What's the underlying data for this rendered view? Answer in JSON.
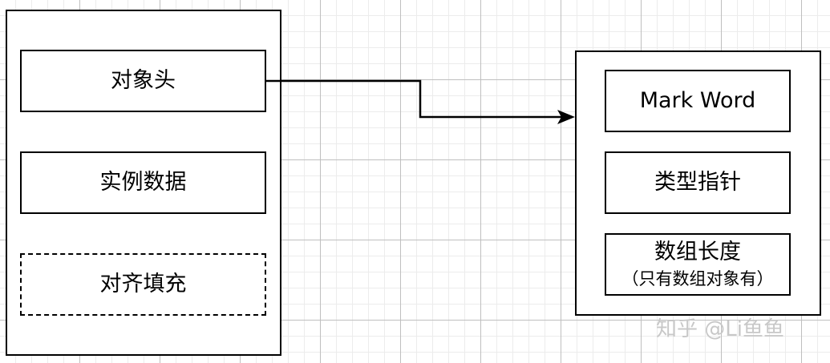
{
  "diagram": {
    "object_parts": [
      {
        "label": "对象头"
      },
      {
        "label": "实例数据"
      },
      {
        "label": "对齐填充"
      }
    ],
    "header_parts": [
      {
        "label": "Mark Word"
      },
      {
        "label": "类型指针"
      },
      {
        "label": "数组长度",
        "note": "（只有数组对象有）"
      }
    ],
    "watermark": "知乎 @Li鱼鱼",
    "colors": {
      "stroke": "#000000",
      "background": "#ffffff",
      "grid": "#d9d9d9",
      "watermark": "#c8c8c8"
    }
  }
}
